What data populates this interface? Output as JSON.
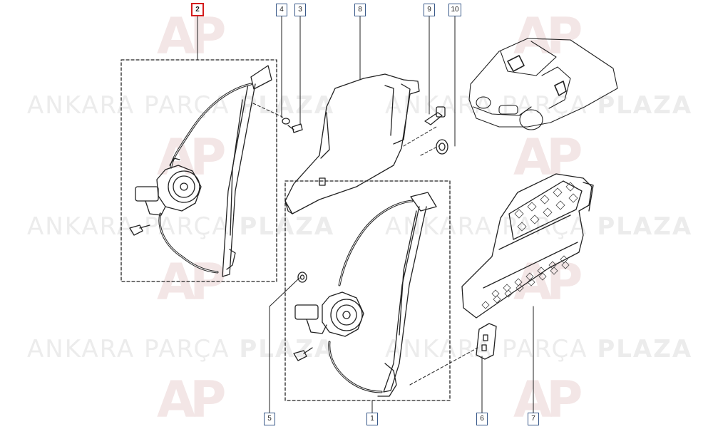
{
  "watermark": {
    "brand_left": "ANKARA",
    "brand_mid": "PARÇA",
    "brand_right": "PLAZA",
    "logo": "AP"
  },
  "callouts": [
    {
      "label": "2",
      "selected": true
    },
    {
      "label": "4"
    },
    {
      "label": "3"
    },
    {
      "label": "8"
    },
    {
      "label": "9"
    },
    {
      "label": "10"
    },
    {
      "label": "5"
    },
    {
      "label": "1"
    },
    {
      "label": "6"
    },
    {
      "label": "7"
    }
  ],
  "colors": {
    "callout_border": "#3a5a8a",
    "selected_border": "#d41c1c",
    "line": "#222222",
    "watermark_text": "#ececec",
    "watermark_logo": "#f3e6e6"
  }
}
